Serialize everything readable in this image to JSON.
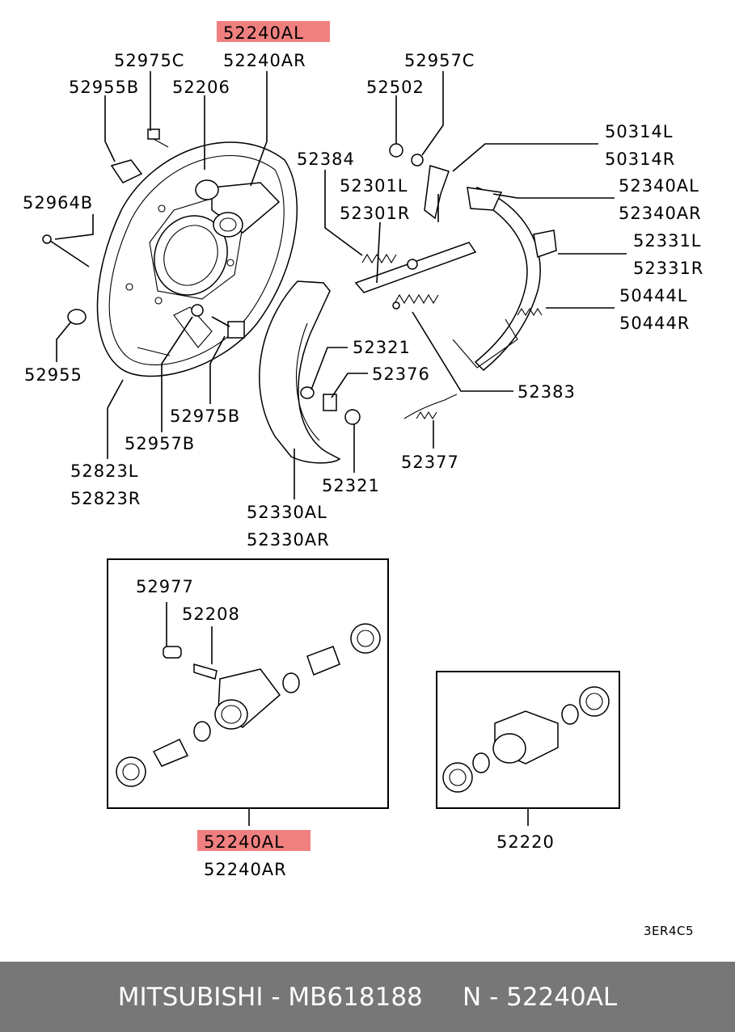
{
  "labels": {
    "l_52240AL_top": "52240AL",
    "l_52975C": "52975C",
    "l_52240AR_top": "52240AR",
    "l_52957C": "52957C",
    "l_52955B": "52955B",
    "l_52206": "52206",
    "l_52502": "52502",
    "l_50314L": "50314L",
    "l_50314R": "50314R",
    "l_52384": "52384",
    "l_52301L": "52301L",
    "l_52301R": "52301R",
    "l_52340AL": "52340AL",
    "l_52340AR": "52340AR",
    "l_52964B": "52964B",
    "l_52331L": "52331L",
    "l_52331R": "52331R",
    "l_50444L": "50444L",
    "l_50444R": "50444R",
    "l_52955": "52955",
    "l_52321a": "52321",
    "l_52376": "52376",
    "l_52383": "52383",
    "l_52975B": "52975B",
    "l_52957B": "52957B",
    "l_52377": "52377",
    "l_52823L": "52823L",
    "l_52823R": "52823R",
    "l_52321b": "52321",
    "l_52330AL": "52330AL",
    "l_52330AR": "52330AR",
    "l_52977": "52977",
    "l_52208": "52208",
    "l_52240AL_bottom": "52240AL",
    "l_52240AR_bottom": "52240AR",
    "l_52220": "52220",
    "l_3ER4C5": "3ER4C5"
  },
  "highlight_color": "#f08080",
  "footer": {
    "text": "MITSUBISHI - MB618188     N - 52240AL",
    "background": "#777777",
    "color": "#ffffff"
  }
}
